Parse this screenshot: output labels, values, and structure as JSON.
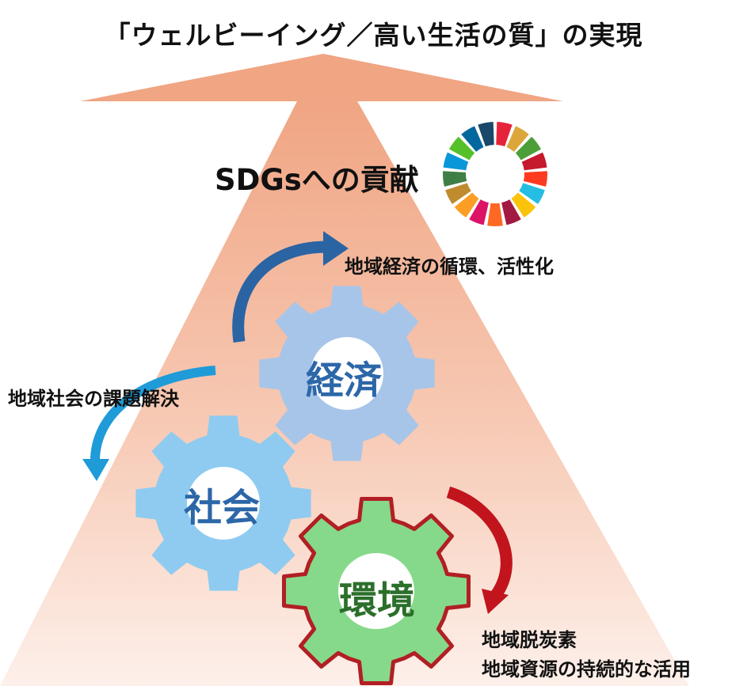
{
  "title": "「ウェルビーイング／高い生活の質」の実現",
  "sdgs_label": "SDGsへの貢献",
  "annotations": {
    "economy": "地域経済の循環、活性化",
    "society": "地域社会の課題解決",
    "environment_line1": "地域脱炭素",
    "environment_line2": "地域資源の持続的な活用"
  },
  "gears": {
    "economy": "経済",
    "society": "社会",
    "environment": "環境"
  },
  "colors": {
    "triangle_top": "#f0a583",
    "triangle_bottom": "#fdf0ea",
    "gear_economy": "#a7c5e9",
    "gear_society": "#8fcbf0",
    "gear_environment": "#86d98a",
    "gear_environment_border": "#b11f24",
    "arrow_economy": "#2b64a3",
    "arrow_society": "#1f9bd8",
    "arrow_environment": "#c2141c",
    "gear_text_blue": "#2c67a8",
    "gear_text_green": "#2b6f2b"
  },
  "sdg_wheel_colors": [
    "#e5243b",
    "#dda63a",
    "#4c9f38",
    "#c5192d",
    "#ff3a21",
    "#26bde2",
    "#fcc30b",
    "#a21942",
    "#fd6925",
    "#dd1367",
    "#fd9d24",
    "#bf8b2e",
    "#3f7e44",
    "#0a97d9",
    "#56c02b",
    "#00689d",
    "#19486a"
  ]
}
